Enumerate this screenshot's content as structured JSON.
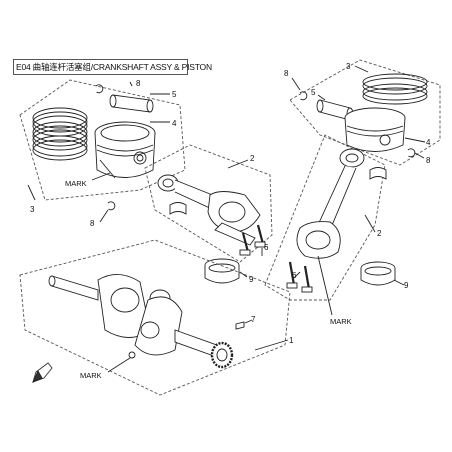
{
  "title": "E04 曲轴连杆活塞组/CRANKSHAFT ASSY & PISTON",
  "callouts": {
    "left_piston": {
      "pin": "5",
      "clip": "8",
      "piston": "4",
      "rings": "3",
      "clip_low": "8",
      "mark": "MARK"
    },
    "rod_left": {
      "rod": "2",
      "bolt": "6",
      "bearing": "9"
    },
    "right_piston": {
      "rings": "3",
      "clip": "8",
      "pin": "5",
      "piston": "4",
      "clip_low": "8"
    },
    "rod_right": {
      "rod": "2",
      "bolt": "6",
      "bearing": "9",
      "mark": "MARK"
    },
    "crank": {
      "key": "7",
      "shaft": "1",
      "mark": "MARK"
    }
  },
  "icons": {
    "front_arrow": "FRONT"
  }
}
